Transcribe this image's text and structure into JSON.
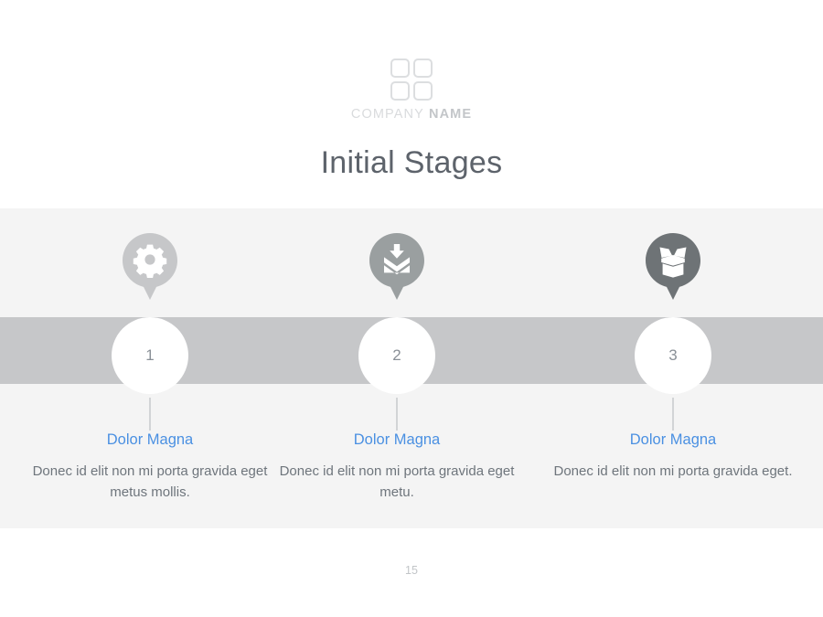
{
  "slide": {
    "page_number": "15",
    "title": "Initial Stages",
    "accent_color": "#4a90e2",
    "band_color": "#c6c7c9",
    "panel_color": "#f4f4f4",
    "title_color": "#5d636b"
  },
  "brand": {
    "logo_icon": "grid-four-squares-icon",
    "company_word": "COMPANY",
    "name_word": "NAME"
  },
  "stages": [
    {
      "number": "1",
      "icon": "gear-icon",
      "pin_color": "#c6c7c9",
      "heading": "Dolor Magna",
      "body": "Donec id elit non mi porta gravida eget metus mollis."
    },
    {
      "number": "2",
      "icon": "envelope-download-icon",
      "pin_color": "#9a9fa0",
      "heading": "Dolor Magna",
      "body": "Donec id elit non mi porta gravida eget metu."
    },
    {
      "number": "3",
      "icon": "open-box-icon",
      "pin_color": "#6e7376",
      "heading": "Dolor Magna",
      "body": "Donec id elit non mi porta gravida eget."
    }
  ]
}
